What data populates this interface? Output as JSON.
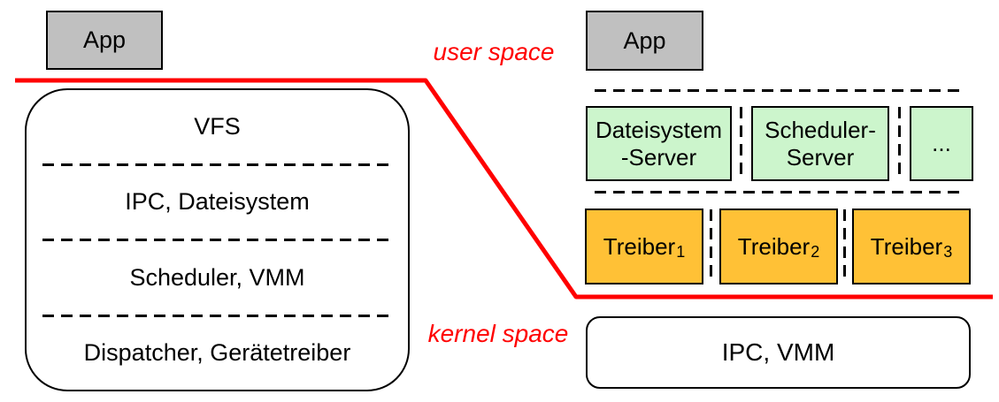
{
  "colors": {
    "red_accent": "#ff0000",
    "app_gray": "#c0c0c0",
    "server_green": "#ccf5cc",
    "driver_orange": "#ffc136"
  },
  "space_labels": {
    "user": "user space",
    "kernel": "kernel space"
  },
  "monolithic": {
    "app_label": "App",
    "kernel_layers": [
      "VFS",
      "IPC, Dateisystem",
      "Scheduler, VMM",
      "Dispatcher, Gerätetreiber"
    ]
  },
  "microkernel": {
    "app_label": "App",
    "servers": [
      "Dateisystem\n-Server",
      "Scheduler-\nServer",
      "..."
    ],
    "drivers": [
      {
        "base": "Treiber",
        "sub": "1"
      },
      {
        "base": "Treiber",
        "sub": "2"
      },
      {
        "base": "Treiber",
        "sub": "3"
      }
    ],
    "kernel_label": "IPC, VMM"
  }
}
